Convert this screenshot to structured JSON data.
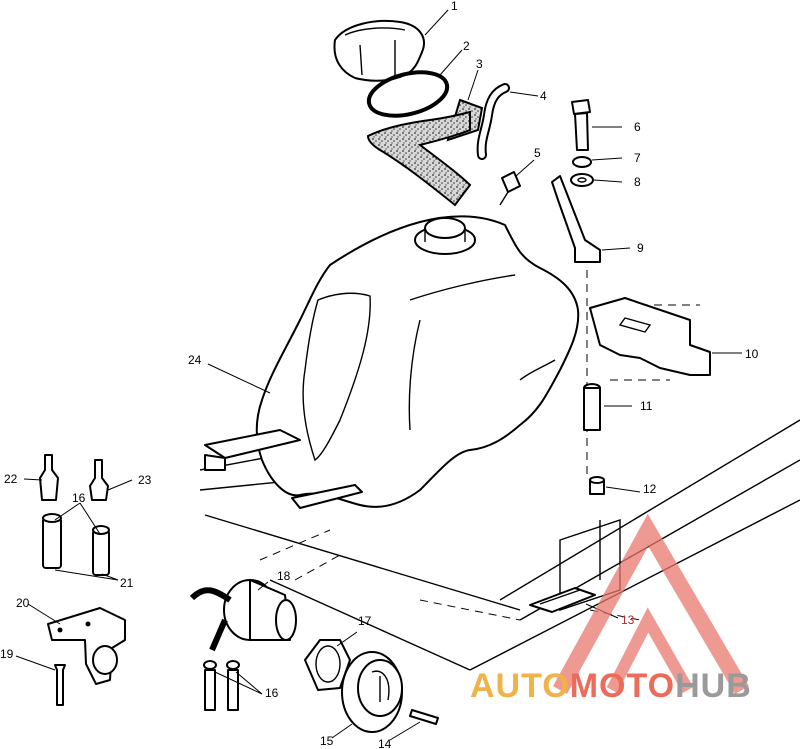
{
  "watermark": {
    "segments": [
      {
        "text": "AUTO",
        "color": "#f2b24a"
      },
      {
        "text": "MOTO",
        "color": "#ec6b5b"
      },
      {
        "text": "HUB",
        "color": "#9a9a9a"
      }
    ],
    "triangle_color": "#e8786e"
  },
  "callouts": [
    {
      "id": "c1",
      "text": "1"
    },
    {
      "id": "c2",
      "text": "2"
    },
    {
      "id": "c3",
      "text": "3"
    },
    {
      "id": "c4",
      "text": "4"
    },
    {
      "id": "c5",
      "text": "5"
    },
    {
      "id": "c6",
      "text": "6"
    },
    {
      "id": "c7",
      "text": "7"
    },
    {
      "id": "c8",
      "text": "8"
    },
    {
      "id": "c9",
      "text": "9"
    },
    {
      "id": "c10",
      "text": "10"
    },
    {
      "id": "c11",
      "text": "11"
    },
    {
      "id": "c12",
      "text": "12"
    },
    {
      "id": "c13",
      "text": "13"
    },
    {
      "id": "c14",
      "text": "14"
    },
    {
      "id": "c15",
      "text": "15"
    },
    {
      "id": "c16a",
      "text": "16"
    },
    {
      "id": "c16b",
      "text": "16"
    },
    {
      "id": "c17",
      "text": "17"
    },
    {
      "id": "c18",
      "text": "18"
    },
    {
      "id": "c19",
      "text": "19"
    },
    {
      "id": "c20",
      "text": "20"
    },
    {
      "id": "c21",
      "text": "21"
    },
    {
      "id": "c22",
      "text": "22"
    },
    {
      "id": "c23",
      "text": "23"
    },
    {
      "id": "c24",
      "text": "24"
    }
  ]
}
